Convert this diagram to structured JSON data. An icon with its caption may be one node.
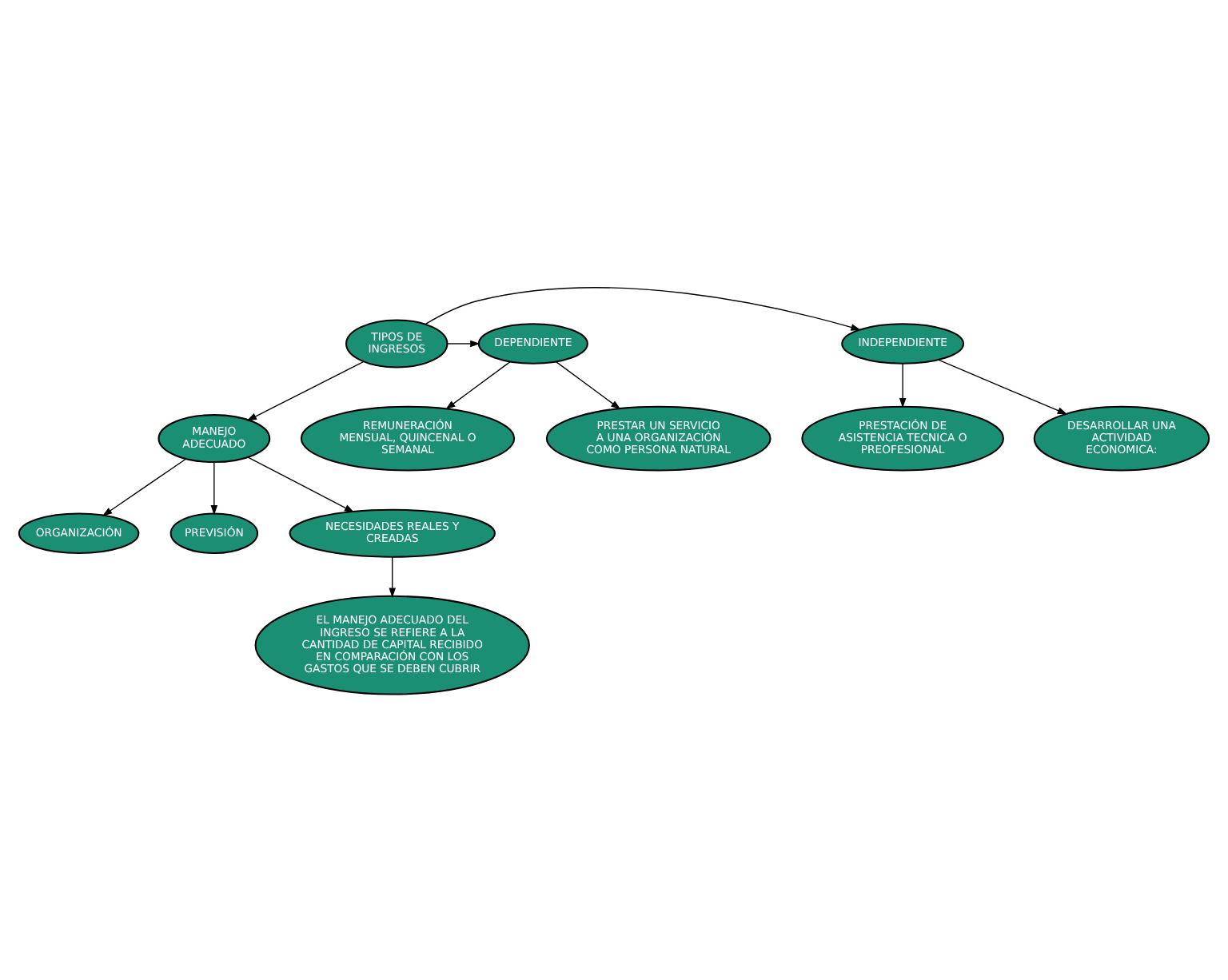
{
  "diagram": {
    "nodes": [
      {
        "text": [
          "TIPOS DE INGRESOS"
        ]
      },
      {
        "text": [
          "INDEPENDIENTE"
        ]
      },
      {
        "text": [
          "DEPENDIENTE"
        ]
      },
      {
        "text": [
          "DESARROLLAR UNA ACTIVIDAD ECONOMICA:"
        ]
      },
      {
        "text": [
          "PRESTACIÓN DE ASISTENCIA TECNICA O PREOFESIONAL"
        ]
      },
      {
        "text": [
          "PRESTAR UN SERVICIO A UNA ORGANIZACIÓN COMO PERSONA NATURAL"
        ]
      },
      {
        "text": [
          "REMUNERACIÓN MENSUAL, QUINCENAL O SEMANAL"
        ]
      },
      {
        "text": [
          "MANEJO ADECUADO"
        ]
      },
      {
        "text": [
          "ORGANIZACIÓN"
        ]
      },
      {
        "text": [
          "PREVISIÓN"
        ]
      },
      {
        "text": [
          "NECESIDADES REALES Y CREADAS"
        ]
      },
      {
        "text": [
          "EL MANEJO ADECUADO DEL INGRESO SE REFIERE A LA CANTIDAD DE CAPITAL RECIBIDO EN COMPARACIÓN CON LOS GASTOS QUE SE DEBEN CUBRIR"
        ]
      }
    ],
    "edges": [
      {
        "from": 0,
        "to": 1,
        "arrow": "to"
      },
      {
        "from": 0,
        "to": 2,
        "arrow": "to"
      },
      {
        "from": 1,
        "to": 3,
        "arrow": "to"
      },
      {
        "from": 1,
        "to": 4,
        "arrow": "to"
      },
      {
        "from": 2,
        "to": 5,
        "arrow": "to"
      },
      {
        "from": 2,
        "to": 6,
        "arrow": "to"
      },
      {
        "from": 0,
        "to": 7,
        "arrow": "to"
      },
      {
        "from": 7,
        "to": 8,
        "arrow": "to"
      },
      {
        "from": 7,
        "to": 9,
        "arrow": "to"
      },
      {
        "from": 7,
        "to": 10,
        "arrow": "to"
      },
      {
        "from": 10,
        "to": 11,
        "arrow": "to"
      }
    ]
  }
}
